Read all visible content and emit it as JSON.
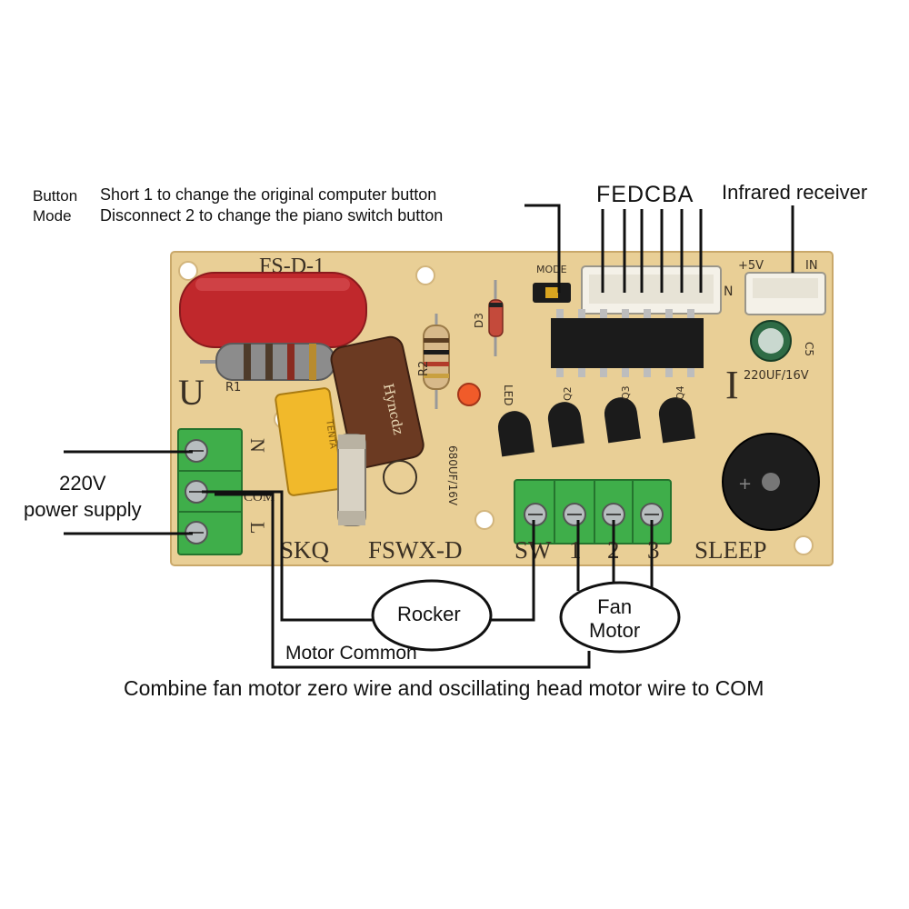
{
  "annotations": {
    "button_mode_label_1": "Button",
    "button_mode_label_2": "Mode",
    "button_mode_line_1": "Short 1 to change the original computer button",
    "button_mode_line_2": "Disconnect 2 to change the piano switch button",
    "pin_letters": "FEDCBA",
    "infrared_receiver": "Infrared receiver",
    "power_supply_1": "220V",
    "power_supply_2": "power supply",
    "rocker": "Rocker",
    "fan_motor_1": "Fan",
    "fan_motor_2": "Motor",
    "motor_common": "Motor Common",
    "footer_note": "Combine fan motor zero wire and oscillating head motor wire to COM"
  },
  "board_silkscreen": {
    "model_top": "FS-D-1",
    "mode": "MODE",
    "plus5v": "+5V",
    "in": "IN",
    "n": "N",
    "com": "COM",
    "l": "L",
    "skq": "SKQ",
    "fswx": "FSWX-D",
    "sw": "SW",
    "t1": "1",
    "t2": "2",
    "t3": "3",
    "sleep": "SLEEP",
    "d3": "D3",
    "r1": "R1",
    "r2": "R2",
    "led": "LED",
    "q2": "Q2",
    "q3": "Q3",
    "q4": "Q4",
    "c5": "C5",
    "cap_value_right": "220UF/16V",
    "cap_value_left": "680UF/16V",
    "cap_brand": "Hyncdz",
    "tenta": "TENTA"
  },
  "colors": {
    "board": "#e9cf96",
    "terminal_green": "#3fae4a",
    "red_capacitor": "#c0282c",
    "yellow_capacitor": "#f1b92b",
    "brown_capacitor": "#6b3a22",
    "ic_black": "#1b1b1b"
  }
}
